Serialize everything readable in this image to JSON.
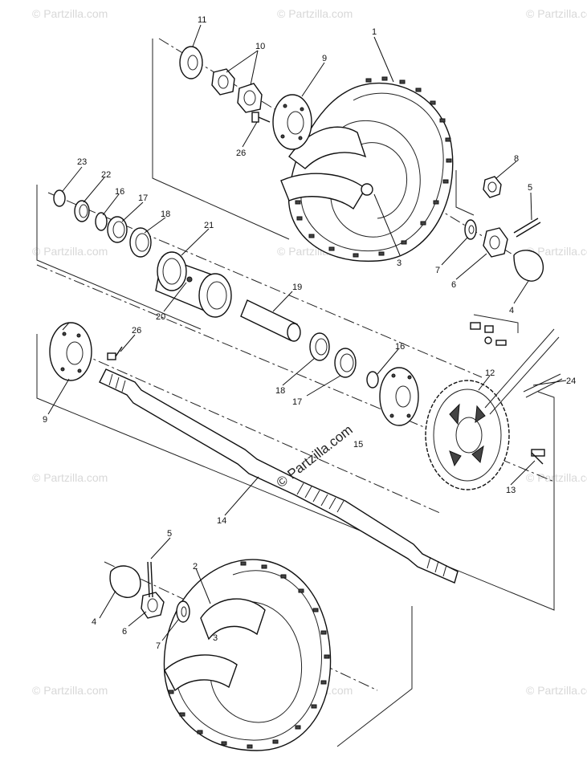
{
  "diagram": {
    "watermark_small": "© Partzilla.com",
    "watermark_center": "© Partzilla.com",
    "callouts": {
      "c1": "1",
      "c2": "2",
      "c3a": "3",
      "c3b": "3",
      "c4a": "4",
      "c4b": "4",
      "c5a": "5",
      "c5b": "5",
      "c6a": "6",
      "c6b": "6",
      "c7a": "7",
      "c7b": "7",
      "c8": "8",
      "c9a": "9",
      "c9b": "9",
      "c10": "10",
      "c11": "11",
      "c12": "12",
      "c13": "13",
      "c14": "14",
      "c15": "15",
      "c16a": "16",
      "c16b": "16",
      "c17a": "17",
      "c17b": "17",
      "c18a": "18",
      "c18b": "18",
      "c19": "19",
      "c20": "20",
      "c21": "21",
      "c22": "22",
      "c23": "23",
      "c24": "24",
      "c26a": "26",
      "c26b": "26"
    }
  }
}
